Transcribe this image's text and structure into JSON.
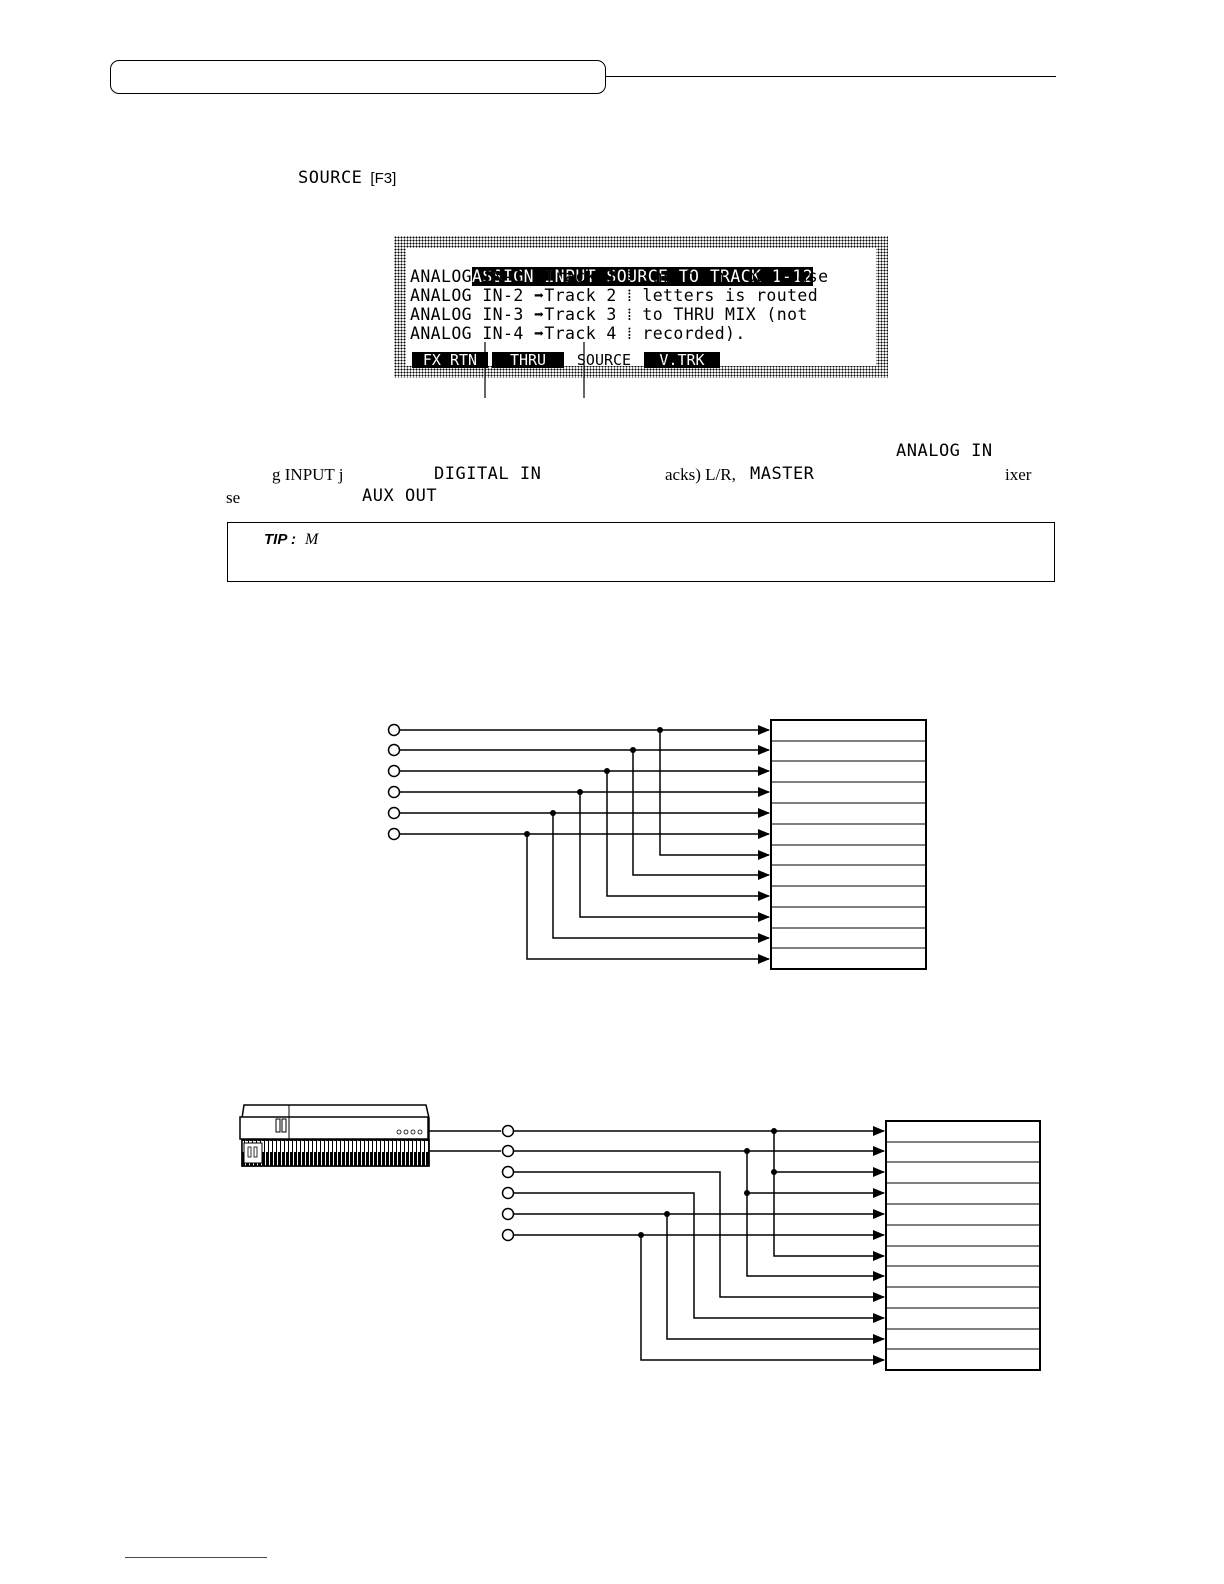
{
  "step": {
    "key_label": "SOURCE",
    "key_suffix": "[F3]"
  },
  "lcd": {
    "header": "ASSIGN INPUT SOURCE TO TRACK 1-12",
    "rows": [
      {
        "source": "ANALOG IN-1",
        "track": "Track 1",
        "note": "Input in lowercase"
      },
      {
        "source": "ANALOG IN-2",
        "track": "Track 2",
        "note": "letters is routed"
      },
      {
        "source": "ANALOG IN-3",
        "track": "Track 3",
        "note": "to THRU MIX (not"
      },
      {
        "source": "ANALOG IN-4",
        "track": "Track 4",
        "note": "recorded)."
      }
    ],
    "tabs": [
      {
        "label": "FX RTN",
        "selected": false
      },
      {
        "label": "THRU",
        "selected": false
      },
      {
        "label": "SOURCE",
        "selected": true
      },
      {
        "label": "V.TRK",
        "selected": false
      }
    ]
  },
  "paragraph": {
    "word_analog_in": "ANALOG IN",
    "frag1": "g INPUT j",
    "word_digital_in": "DIGITAL IN",
    "frag2": "acks) L/R,",
    "word_master": "MASTER",
    "frag3": "ixer",
    "frag4": "se",
    "word_aux_out": "AUX OUT"
  },
  "tip": {
    "label": "TIP :",
    "text": "M"
  },
  "colors": {
    "footer_rule": "#2a3bd6"
  }
}
